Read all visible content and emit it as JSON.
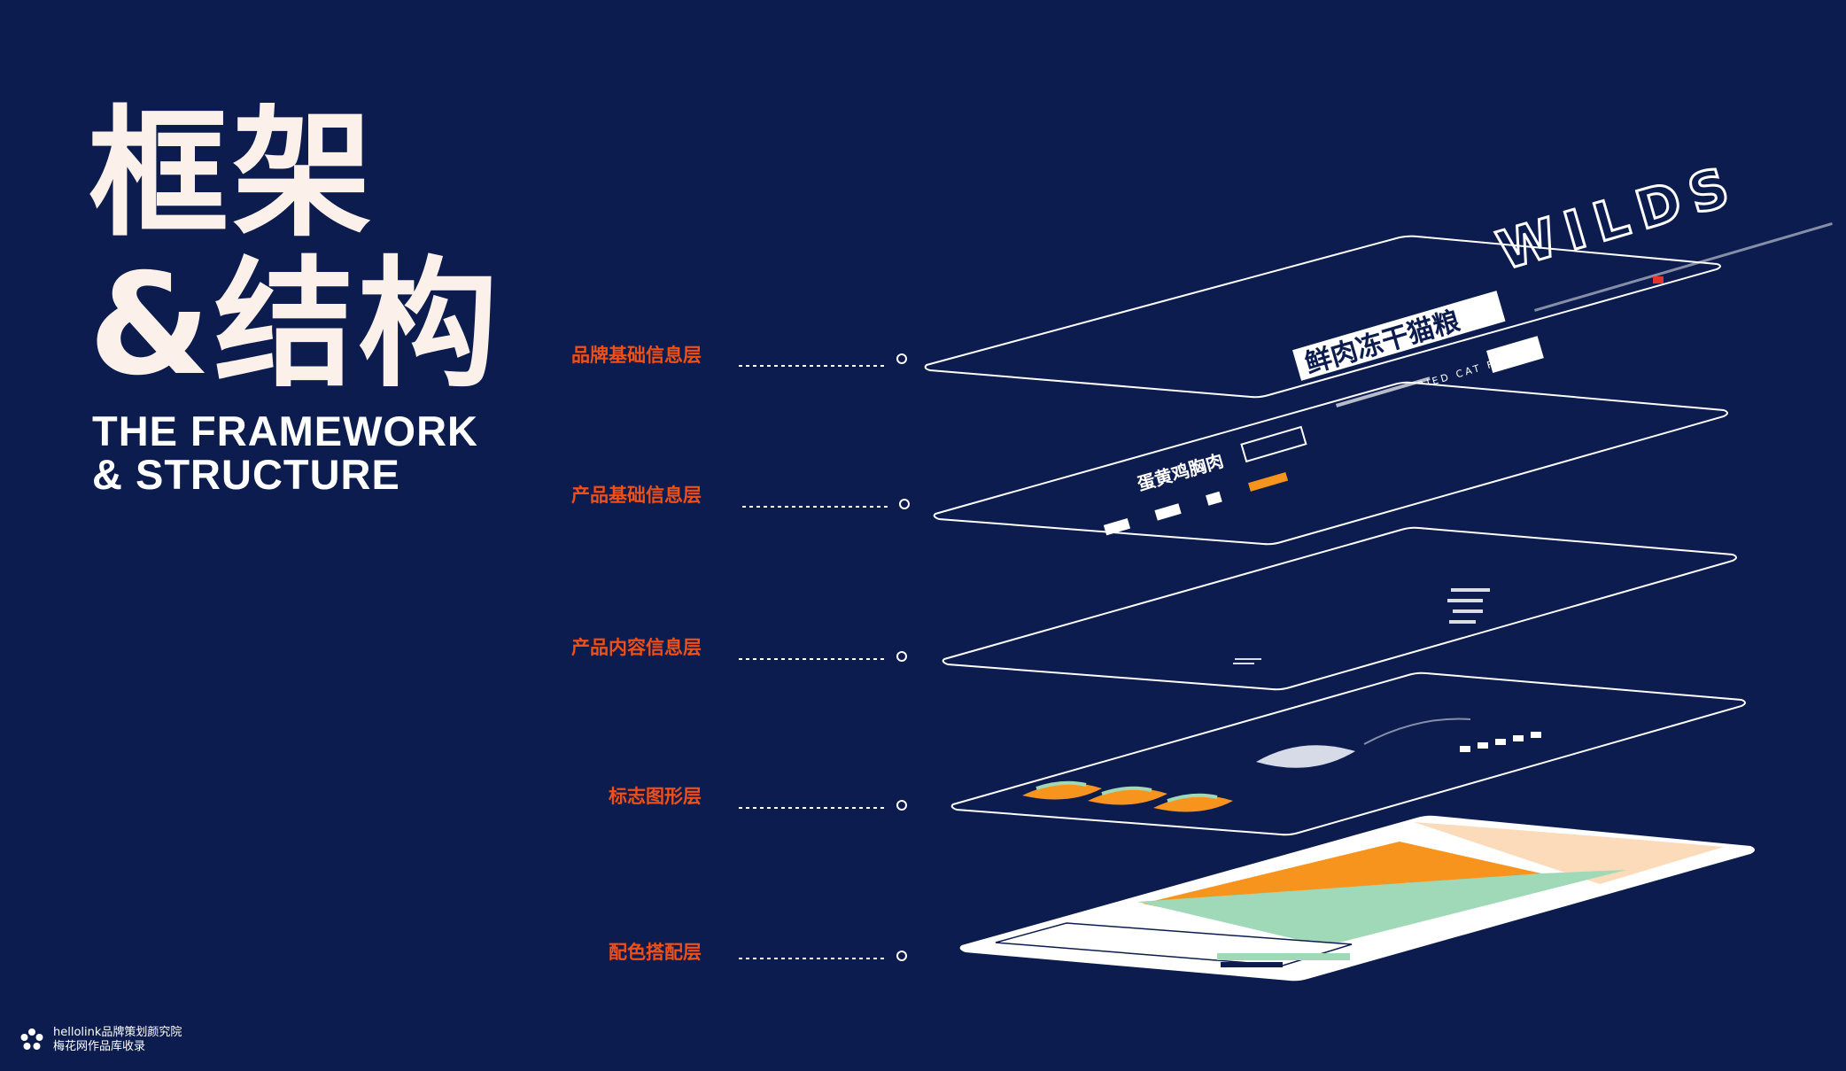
{
  "title": {
    "cn_line1": "框架",
    "cn_line2": "&结构",
    "en_line1": "THE FRAMEWORK",
    "en_line2": "& STRUCTURE"
  },
  "layers": [
    {
      "label": "品牌基础信息层"
    },
    {
      "label": "产品基础信息层"
    },
    {
      "label": "产品内容信息层"
    },
    {
      "label": "标志图形层"
    },
    {
      "label": "配色搭配层"
    }
  ],
  "brand_layer": {
    "logo_text": "WILDS",
    "headline": "鲜肉冻干猫粮",
    "subline": "FRESH MEAT FREEZE-DRIED CAT FOOD"
  },
  "product_layer": {
    "name": "蛋黄鸡胸肉"
  },
  "footer": {
    "line1": "hellolink品牌策划颜究院",
    "line2": "梅花网作品库收录"
  },
  "colors": {
    "background": "#0c1c4e",
    "accent_orange": "#f04f16",
    "title_cream": "#fbf1ea",
    "palette_orange": "#f7941d",
    "palette_green": "#9fd9b7",
    "palette_white": "#ffffff"
  }
}
